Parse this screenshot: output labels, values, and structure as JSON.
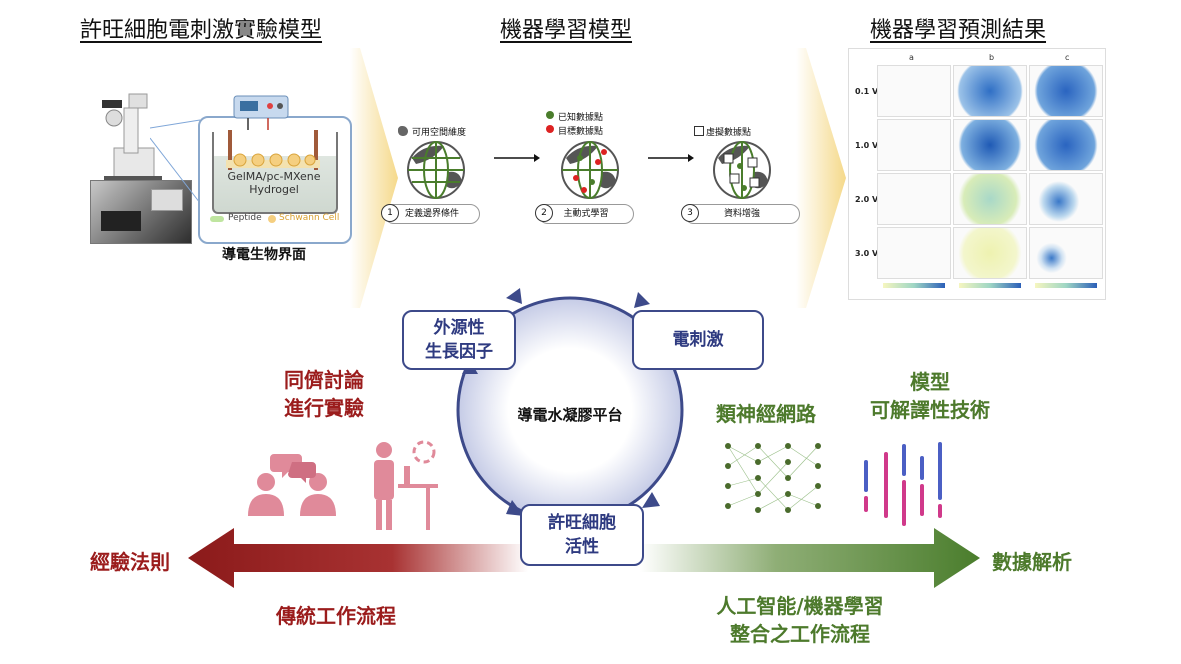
{
  "sections": {
    "experiment_title": "許旺細胞電刺激實驗模型",
    "ml_title": "機器學習模型",
    "results_title": "機器學習預測結果"
  },
  "experiment": {
    "hydrogel_line1": "GelMA/pc-MXene",
    "hydrogel_line2": "Hydrogel",
    "legend_peptide": "Peptide",
    "legend_schwann": "Schwann Cell",
    "caption": "導電生物界面"
  },
  "ml_steps": [
    {
      "num": "1",
      "label": "定義邊界條件",
      "legend": [
        "可用空間維度"
      ]
    },
    {
      "num": "2",
      "label": "主動式學習",
      "legend": [
        "已知數據點",
        "目標數據點"
      ]
    },
    {
      "num": "3",
      "label": "資料增強",
      "legend": [
        "虛擬數據點"
      ]
    }
  ],
  "results": {
    "columns": [
      "a",
      "b",
      "c"
    ],
    "rows": [
      "0.1 V",
      "1.0 V",
      "2.0 V",
      "3.0 V"
    ]
  },
  "cycle": {
    "center": "導電水凝膠平台",
    "growth_line1": "外源性",
    "growth_line2": "生長因子",
    "stim": "電刺激",
    "schwann_line1": "許旺細胞",
    "schwann_line2": "活性"
  },
  "left_side": {
    "discussion_line1": "同儕討論",
    "discussion_line2": "進行實驗",
    "arrow_label": "經驗法則",
    "workflow": "傳統工作流程"
  },
  "right_side": {
    "neural": "類神經網路",
    "model_line1": "模型",
    "model_line2": "可解譯性技術",
    "arrow_label": "數據解析",
    "workflow_line1": "人工智能/機器學習",
    "workflow_line2": "整合之工作流程"
  },
  "colors": {
    "traditional": "#9b1c1c",
    "ai": "#4d7a2c",
    "cycle": "#3d4a8a",
    "chevron": "#f5d98a"
  }
}
